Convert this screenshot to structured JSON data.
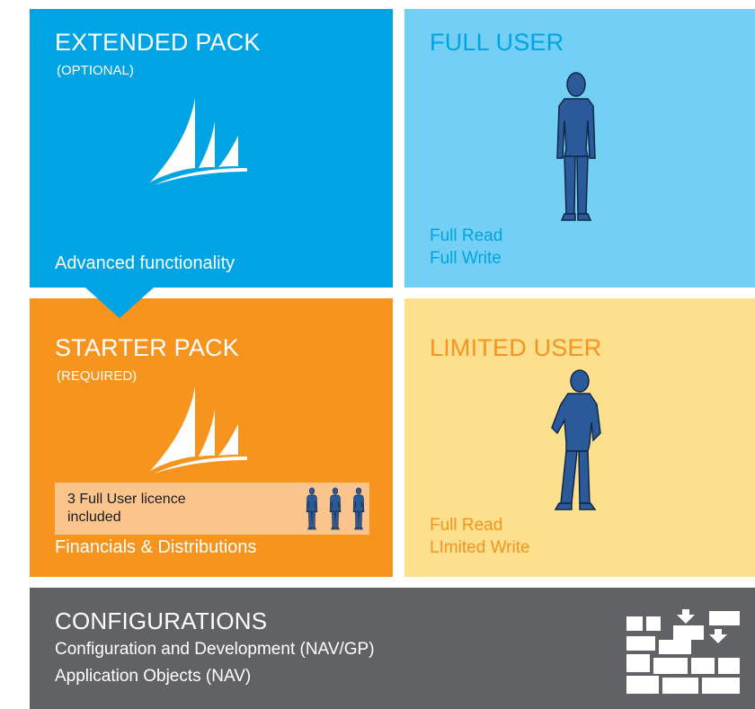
{
  "extended_pack": {
    "title": "EXTENDED PACK",
    "subtitle": "(OPTIONAL)",
    "footer": "Advanced functionality"
  },
  "full_user": {
    "title": "FULL USER",
    "line1": "Full Read",
    "line2": "Full Write"
  },
  "starter_pack": {
    "title": "STARTER PACK",
    "subtitle": "(REQUIRED)",
    "licence_line1": "3 Full User licence",
    "licence_line2": "included",
    "footer": "Financials & Distributions"
  },
  "limited_user": {
    "title": "LIMITED USER",
    "line1": "Full Read",
    "line2": "LImited Write"
  },
  "configurations": {
    "title": "CONFIGURATIONS",
    "line1": "Configuration and Development (NAV/GP)",
    "line2": "Application Objects (NAV)"
  },
  "colors": {
    "extended": "#00a4e4",
    "full_user": "#73d0f4",
    "starter": "#f7941d",
    "limited_user": "#fde08e",
    "configurations": "#616265",
    "figure": "#2b5a9a"
  },
  "icons": [
    "dynamics-logo-icon",
    "person-icon",
    "bricks-icon"
  ]
}
